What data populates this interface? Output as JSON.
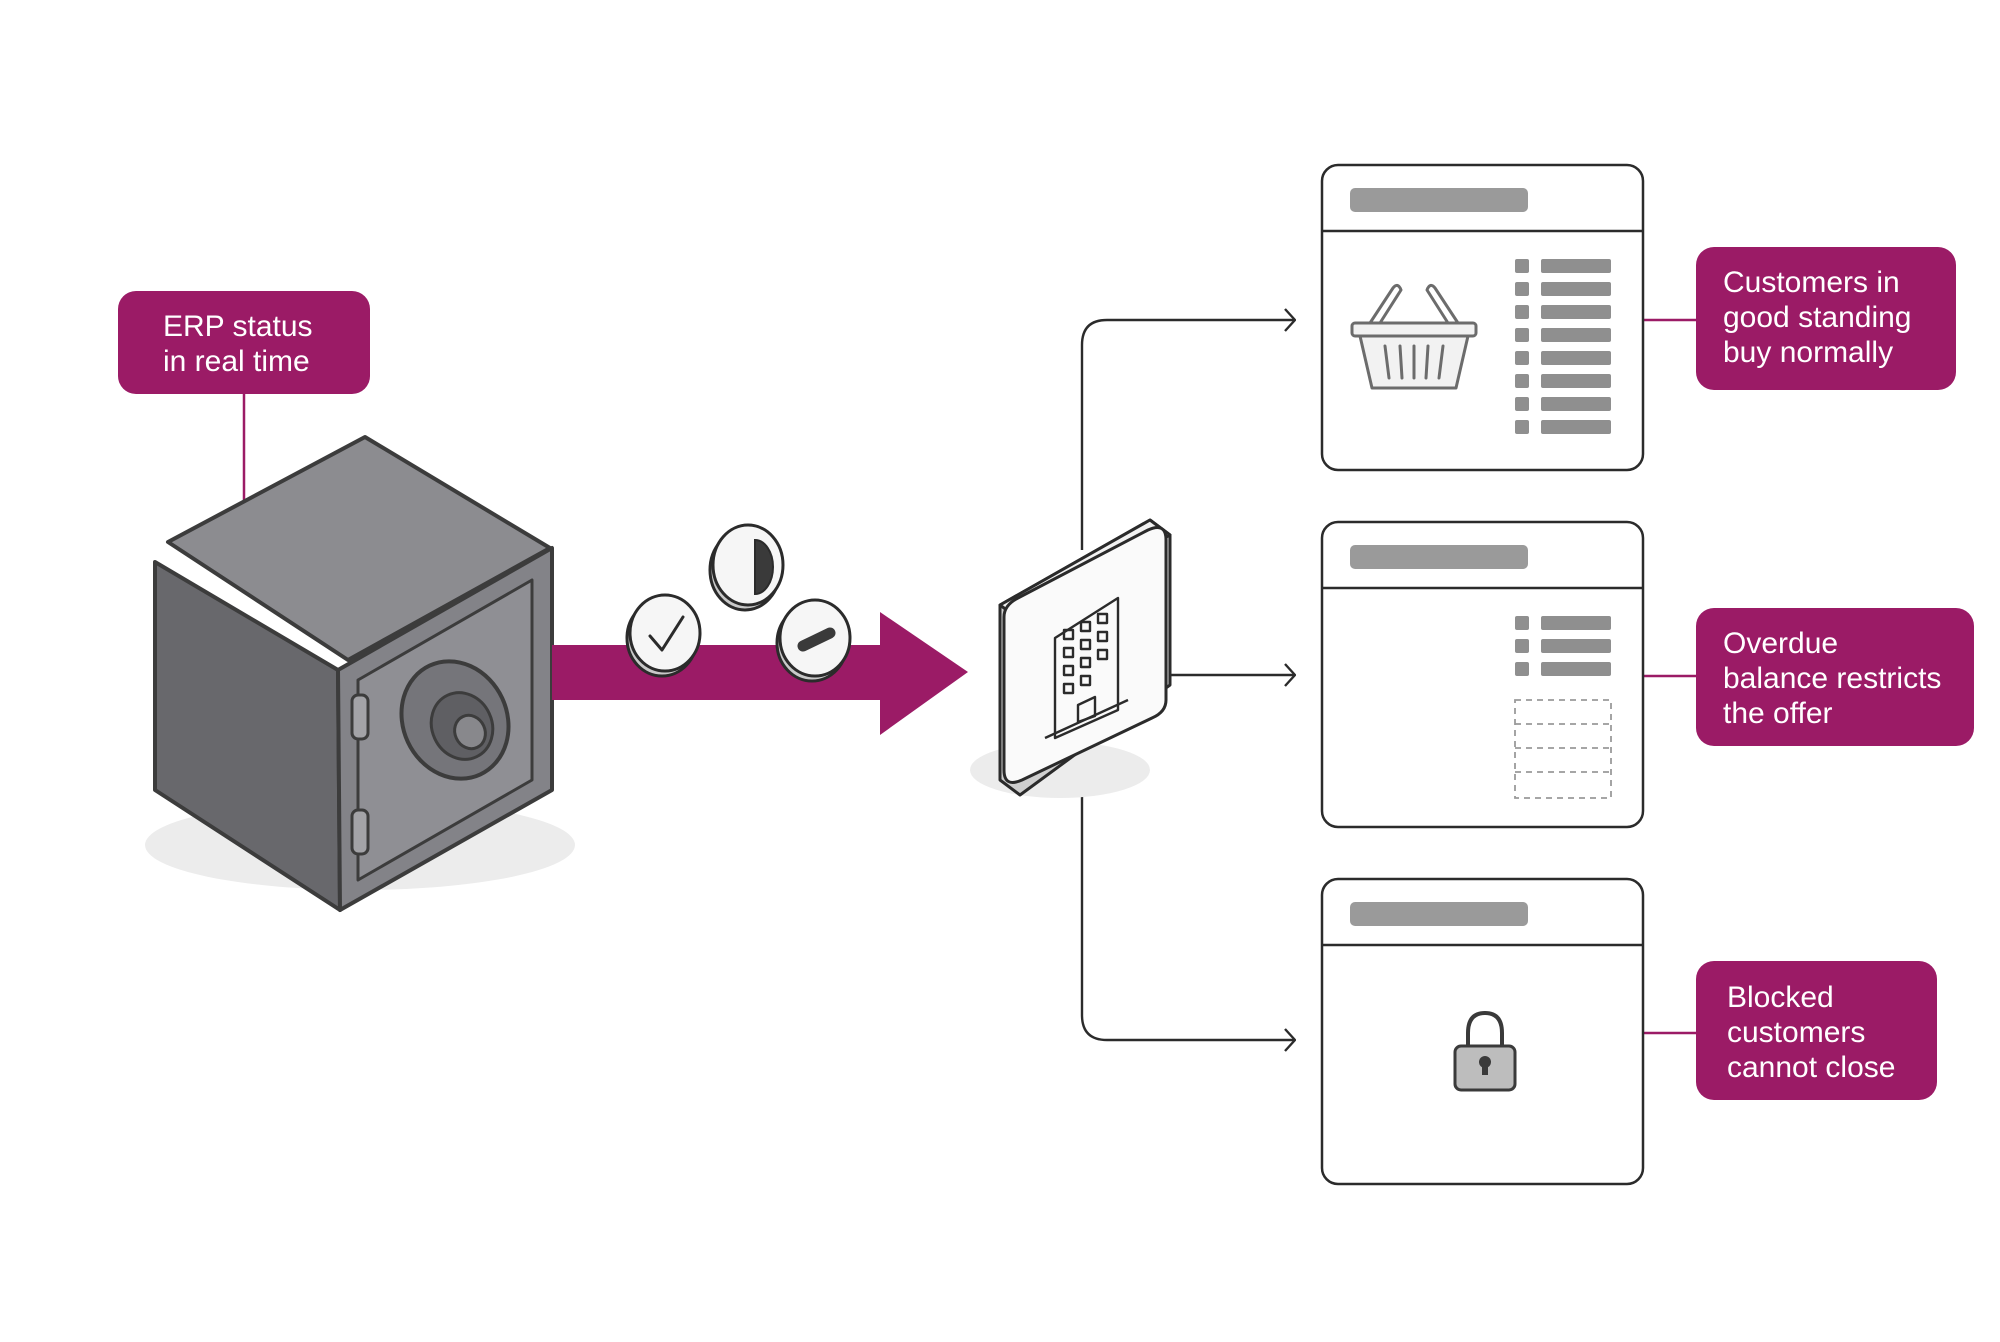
{
  "callouts": {
    "erp_status": [
      "ERP status",
      "in real time"
    ],
    "good_standing": [
      "Customers in",
      "good standing",
      "buy normally"
    ],
    "overdue": [
      "Overdue",
      "balance restricts",
      "the offer"
    ],
    "blocked": [
      "Blocked",
      "customers",
      "cannot close"
    ]
  },
  "colors": {
    "accent": "#9b1b66",
    "safe_gray": "#7c7c80",
    "line": "#2b2b2b",
    "bar_gray": "#9a9a9a"
  },
  "icons": [
    "safe-icon",
    "check-token-icon",
    "half-token-icon",
    "minus-token-icon",
    "building-icon",
    "basket-icon",
    "lock-icon"
  ]
}
